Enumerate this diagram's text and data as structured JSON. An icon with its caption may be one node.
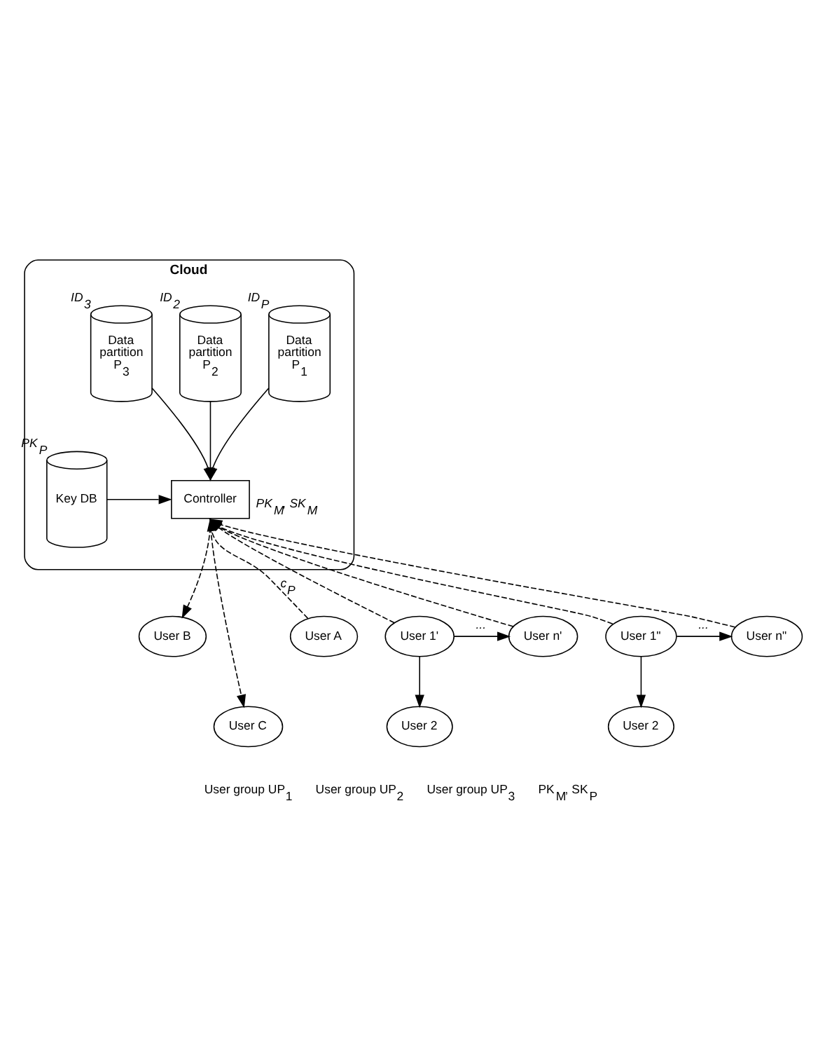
{
  "diagram": {
    "nodes": [
      {
        "text": [
          "Cloud"
        ]
      },
      {
        "text": [
          "Data partition P$_{1}$"
        ],
        "in": 0,
        "beside": [
          "ID$_{P}$"
        ]
      },
      {
        "text": [
          "Data partition P$_{2}$"
        ],
        "in": 0,
        "beside": [
          "ID$_{2}$"
        ]
      },
      {
        "text": [
          "Data partition P$_{3}$"
        ],
        "in": 0,
        "beside": [
          "ID$_{3}$"
        ]
      },
      {
        "text": [
          "Key DB"
        ],
        "in": 0,
        "beside": [
          "PK$_{P}$"
        ]
      },
      {
        "text": [
          "Controller"
        ],
        "in": 0,
        "beside": [
          "PK$_{M}$, SK$_{M}$"
        ]
      },
      {
        "text": [
          "User A"
        ]
      },
      {
        "text": [
          "User B"
        ]
      },
      {
        "text": [
          "User C"
        ]
      },
      {
        "text": [
          "User 1'"
        ]
      },
      {
        "text": [
          "User n'"
        ]
      },
      {
        "text": [
          "User 2"
        ]
      },
      {
        "text": [
          "User 1\""
        ]
      },
      {
        "text": [
          "User n\""
        ]
      },
      {
        "text": [
          "User 2"
        ]
      }
    ],
    "edges": [
      {
        "from": 1,
        "to": 5,
        "arrow": "to"
      },
      {
        "from": 2,
        "to": 5,
        "arrow": "to"
      },
      {
        "from": 3,
        "to": 5,
        "arrow": "to"
      },
      {
        "from": 4,
        "to": 5,
        "arrow": "to"
      },
      {
        "from": 6,
        "to": 5,
        "arrow": "to",
        "style": "dashed",
        "label": "c$_{P}$"
      },
      {
        "from": 5,
        "to": 7,
        "arrow": "to",
        "style": "dashed"
      },
      {
        "from": 5,
        "to": 8,
        "arrow": "to",
        "style": "dashed"
      },
      {
        "from": 9,
        "to": 5,
        "arrow": "to",
        "style": "dashed"
      },
      {
        "from": 10,
        "to": 5,
        "arrow": "to",
        "style": "dashed"
      },
      {
        "from": 12,
        "to": 5,
        "arrow": "to",
        "style": "dashed"
      },
      {
        "from": 13,
        "to": 5,
        "arrow": "to",
        "style": "dashed"
      },
      {
        "from": 9,
        "to": 10,
        "arrow": "to",
        "label": "..."
      },
      {
        "from": 9,
        "to": 11,
        "arrow": "to"
      },
      {
        "from": 12,
        "to": 13,
        "arrow": "to",
        "label": "..."
      },
      {
        "from": 12,
        "to": 14,
        "arrow": "to"
      }
    ],
    "labels": [
      "User group UP$_{1}$",
      "User group UP$_{2}$",
      "User group UP$_{3}$",
      "PK$_{M}$, SK$_{P}$"
    ]
  }
}
